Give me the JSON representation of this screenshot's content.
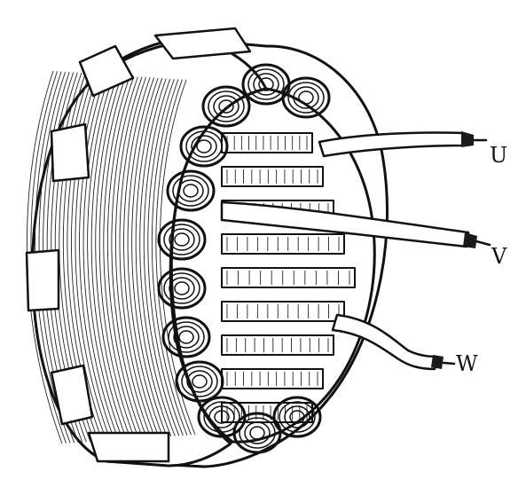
{
  "diagram": {
    "subject": "stator-with-three-phase-winding",
    "leads": [
      {
        "id": "u",
        "label": "U"
      },
      {
        "id": "v",
        "label": "V"
      },
      {
        "id": "w",
        "label": "W"
      }
    ],
    "colors": {
      "ink": "#111111",
      "background": "#ffffff"
    }
  }
}
